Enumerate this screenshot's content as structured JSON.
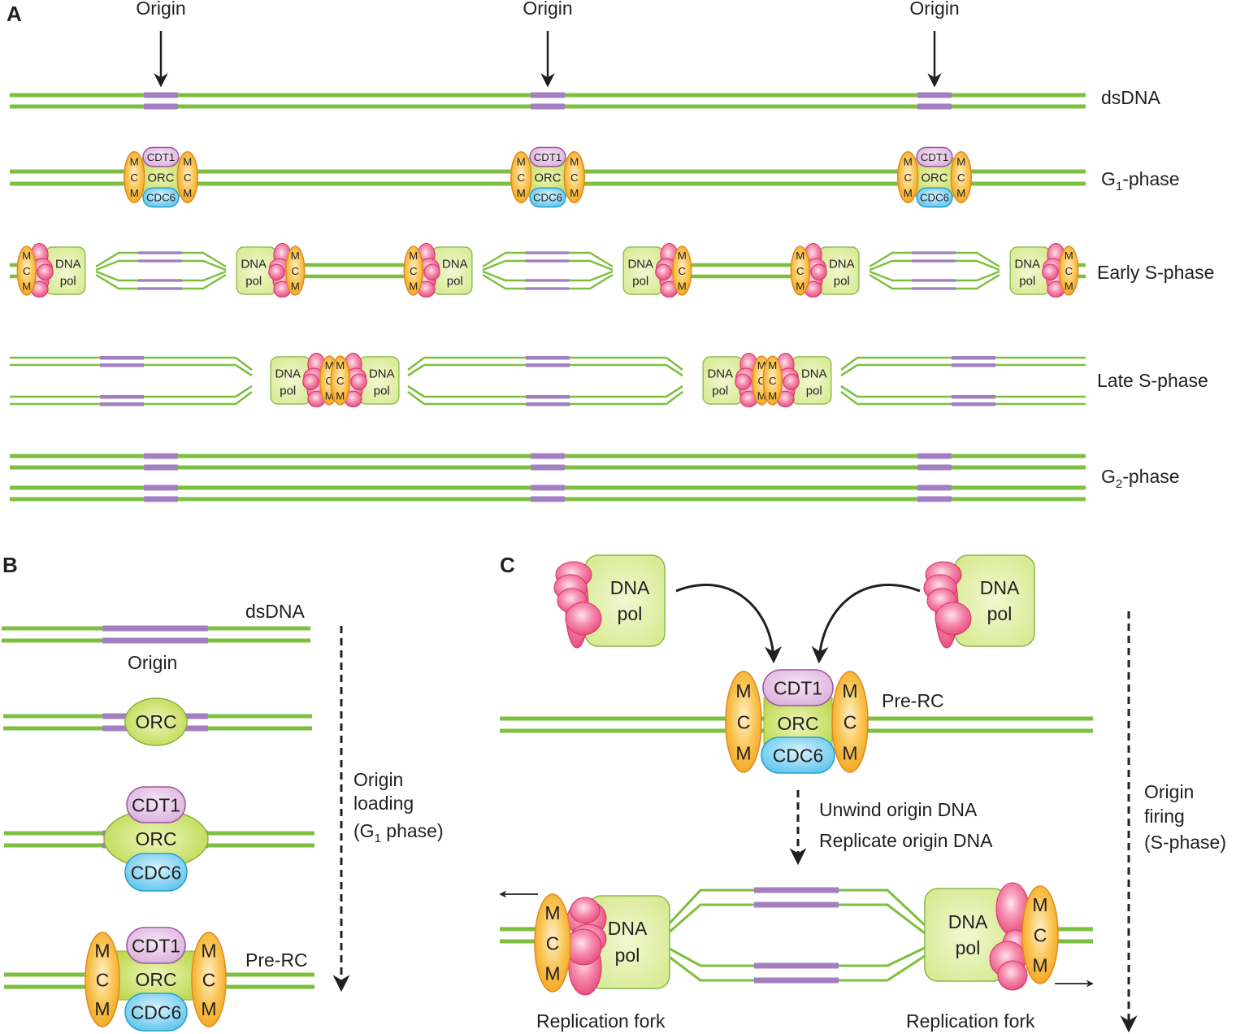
{
  "figure": {
    "panels": {
      "A": {
        "letter": "A",
        "origin_label": "Origin",
        "origin_count": 3,
        "rows": [
          {
            "id": "dsdna",
            "label": "dsDNA"
          },
          {
            "id": "g1",
            "label_prefix": "G",
            "label_sub": "1",
            "label_suffix": "-phase"
          },
          {
            "id": "early-s",
            "label": "Early S-phase"
          },
          {
            "id": "late-s",
            "label": "Late S-phase"
          },
          {
            "id": "g2",
            "label_prefix": "G",
            "label_sub": "2",
            "label_suffix": "-phase"
          }
        ]
      },
      "B": {
        "letter": "B",
        "dsdna_label": "dsDNA",
        "origin_label": "Origin",
        "prerc_label": "Pre-RC",
        "process_label_line1": "Origin",
        "process_label_line2": "loading",
        "process_label_line3_prefix": "(G",
        "process_label_line3_sub": "1",
        "process_label_line3_suffix": " phase)"
      },
      "C": {
        "letter": "C",
        "prerc_label": "Pre-RC",
        "step_line1": "Unwind origin DNA",
        "step_line2": "Replicate origin DNA",
        "fork_label_left": "Replication fork",
        "fork_label_right": "Replication fork",
        "process_label_line1": "Origin",
        "process_label_line2": "firing",
        "process_label_line3": "(S-phase)"
      }
    },
    "proteins": {
      "mcm": [
        "M",
        "C",
        "M"
      ],
      "cdt1": "CDT1",
      "orc": "ORC",
      "cdc6": "CDC6",
      "dna_pol_line1": "DNA",
      "dna_pol_line2": "pol"
    },
    "colors": {
      "dna_strand": "#7dbf3e",
      "origin": "#a17fc0",
      "mcm_fill": "#f7b531",
      "mcm_stroke": "#e08a1e",
      "cdt1_fill": "#e4c6e6",
      "cdt1_stroke": "#a0559e",
      "orc_fill": "#c2dc5a",
      "orc_stroke": "#8cb23a",
      "cdc6_fill": "#76cff0",
      "cdc6_stroke": "#2a9fd0",
      "pol_fill": "#dfee9f",
      "pol_stroke": "#8ab84a",
      "pink_fill": "#f27aa0",
      "pink_stroke": "#d6336b",
      "arrow": "#231f20"
    }
  }
}
